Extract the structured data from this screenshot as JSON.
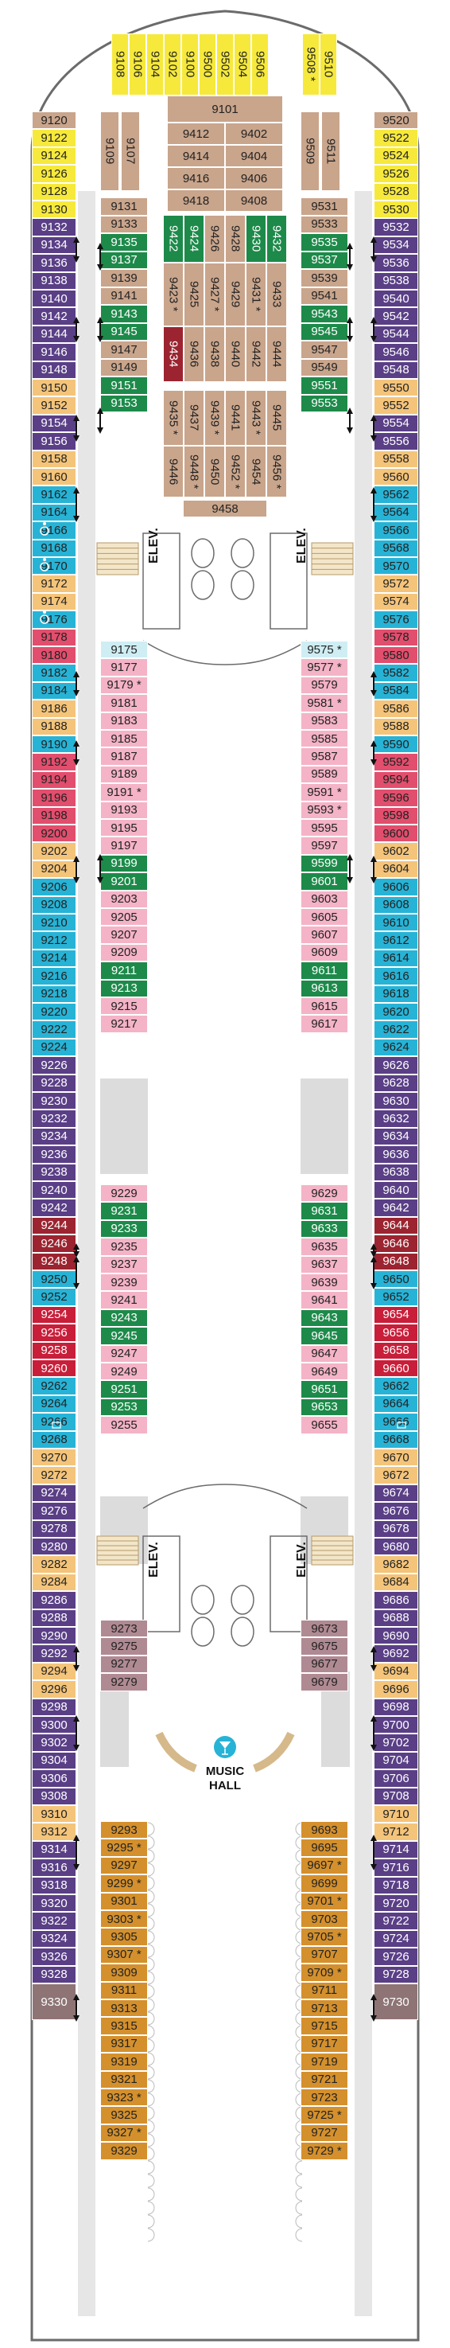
{
  "colors": {
    "outline": "#6b6b6b",
    "hull_fill": "#ffffff",
    "corridor": "#e6e6e6",
    "interior_grey": "#dcdcdc",
    "yellow": "#f6e93c",
    "tan": "#c9a58c",
    "green": "#1d8a4a",
    "purple": "#5a3f86",
    "blue": "#27b3d6",
    "pink": "#e24e6d",
    "light_orange": "#f4c47a",
    "orange": "#d4902d",
    "maroon": "#9b2430",
    "dark_red": "#c81e39",
    "light_blue": "#cfeef4",
    "light_pink": "#f4b3c6",
    "mauve": "#b08a93",
    "dark_mauve": "#8e7475"
  },
  "labels": {
    "elevators": "ELEV.",
    "music_hall_line1": "MUSIC",
    "music_hall_line2": "HALL"
  },
  "icons": {
    "accessible": "wheelchair-icon",
    "music": "martini-glass-icon",
    "connecting": "double-arrow-icon",
    "sofa": "sofa-bed-icon"
  },
  "cabins": {
    "top_left": [
      "9108",
      "9106",
      "9104",
      "9102",
      "9100"
    ],
    "top_mid": [
      "9500",
      "9502",
      "9504",
      "9506"
    ],
    "top_right": [
      "9508",
      "9510"
    ],
    "port_outer": [
      "9120",
      "9122",
      "9124",
      "9126",
      "9128",
      "9130",
      "9132",
      "9134",
      "9136",
      "9138",
      "9140",
      "9142",
      "9144",
      "9146",
      "9148",
      "9150",
      "9152",
      "9154",
      "9156",
      "9158",
      "9160",
      "9162",
      "9164",
      "9166",
      "9168",
      "9170",
      "9172",
      "9174",
      "9176",
      "9178",
      "9180",
      "9182",
      "9184",
      "9186",
      "9188",
      "9190",
      "9192",
      "9194",
      "9196",
      "9198",
      "9200",
      "9202",
      "9204",
      "9206",
      "9208",
      "9210",
      "9212",
      "9214",
      "9216",
      "9218",
      "9220",
      "9222",
      "9224",
      "9226",
      "9228",
      "9230",
      "9232",
      "9234",
      "9236",
      "9238",
      "9240",
      "9242",
      "9244",
      "9246",
      "9248",
      "9250",
      "9252",
      "9254",
      "9256",
      "9258",
      "9260",
      "9262",
      "9264",
      "9266",
      "9268",
      "9270",
      "9272",
      "9274",
      "9276",
      "9278",
      "9280",
      "9282",
      "9284",
      "9286",
      "9288",
      "9290",
      "9292",
      "9294",
      "9296",
      "9298",
      "9300",
      "9302",
      "9304",
      "9306",
      "9308",
      "9310",
      "9312",
      "9314",
      "9316",
      "9318",
      "9320",
      "9322",
      "9324",
      "9326",
      "9328",
      "9330"
    ],
    "stbd_outer": [
      "9520",
      "9522",
      "9524",
      "9526",
      "9528",
      "9530",
      "9532",
      "9534",
      "9536",
      "9538",
      "9540",
      "9542",
      "9544",
      "9546",
      "9548",
      "9550",
      "9552",
      "9554",
      "9556",
      "9558",
      "9560",
      "9562",
      "9564",
      "9566",
      "9568",
      "9570",
      "9572",
      "9574",
      "9576",
      "9578",
      "9580",
      "9582",
      "9584",
      "9586",
      "9588",
      "9590",
      "9592",
      "9594",
      "9596",
      "9598",
      "9600",
      "9602",
      "9604",
      "9606",
      "9608",
      "9610",
      "9612",
      "9614",
      "9616",
      "9618",
      "9620",
      "9622",
      "9624",
      "9626",
      "9628",
      "9630",
      "9632",
      "9634",
      "9636",
      "9638",
      "9640",
      "9642",
      "9644",
      "9646",
      "9648",
      "9650",
      "9652",
      "9654",
      "9656",
      "9658",
      "9660",
      "9662",
      "9664",
      "9666",
      "9668",
      "9670",
      "9672",
      "9674",
      "9676",
      "9678",
      "9680",
      "9682",
      "9684",
      "9686",
      "9688",
      "9690",
      "9692",
      "9694",
      "9696",
      "9698",
      "9700",
      "9702",
      "9704",
      "9706",
      "9708",
      "9710",
      "9712",
      "9714",
      "9716",
      "9718",
      "9720",
      "9722",
      "9724",
      "9726",
      "9728",
      "9730"
    ],
    "port_inner_fwd": [
      "9109",
      "9107",
      "9131",
      "9133",
      "9135",
      "9137",
      "9139",
      "9141",
      "9143",
      "9145",
      "9147",
      "9149",
      "9151",
      "9153"
    ],
    "stbd_inner_fwd": [
      "9509",
      "9511",
      "9531",
      "9533",
      "9535",
      "9537",
      "9539",
      "9541",
      "9543",
      "9545",
      "9547",
      "9549",
      "9551",
      "9553"
    ],
    "center_block": [
      "9101",
      "9412",
      "9402",
      "9414",
      "9404",
      "9416",
      "9406",
      "9418",
      "9408",
      "9422",
      "9424",
      "9426",
      "9428",
      "9430",
      "9432",
      "9423",
      "9425",
      "9427",
      "9429",
      "9431",
      "9433",
      "9434",
      "9436",
      "9438",
      "9440",
      "9442",
      "9444",
      "9435",
      "9437",
      "9439",
      "9441",
      "9443",
      "9445",
      "9446",
      "9448",
      "9450",
      "9452",
      "9454",
      "9456",
      "9458"
    ],
    "port_inner_mid": [
      "9175",
      "9177",
      "9179",
      "9181",
      "9183",
      "9185",
      "9187",
      "9189",
      "9191",
      "9193",
      "9195",
      "9197",
      "9199",
      "9201",
      "9203",
      "9205",
      "9207",
      "9209",
      "9211",
      "9213",
      "9215",
      "9217",
      "9229",
      "9231",
      "9233",
      "9235",
      "9237",
      "9239",
      "9241",
      "9243",
      "9245",
      "9247",
      "9249",
      "9251",
      "9253",
      "9255"
    ],
    "stbd_inner_mid": [
      "9575",
      "9577",
      "9579",
      "9581",
      "9583",
      "9585",
      "9587",
      "9589",
      "9591",
      "9593",
      "9595",
      "9597",
      "9599",
      "9601",
      "9603",
      "9605",
      "9607",
      "9609",
      "9611",
      "9613",
      "9615",
      "9617",
      "9629",
      "9631",
      "9633",
      "9635",
      "9637",
      "9639",
      "9641",
      "9643",
      "9645",
      "9647",
      "9649",
      "9651",
      "9653",
      "9655"
    ],
    "port_inner_aft": [
      "9273",
      "9275",
      "9277",
      "9279",
      "9293",
      "9295",
      "9297",
      "9299",
      "9301",
      "9303",
      "9305",
      "9307",
      "9309",
      "9311",
      "9313",
      "9315",
      "9317",
      "9319",
      "9321",
      "9323",
      "9325",
      "9327",
      "9329"
    ],
    "stbd_inner_aft": [
      "9673",
      "9675",
      "9677",
      "9679",
      "9693",
      "9695",
      "9697",
      "9699",
      "9701",
      "9703",
      "9705",
      "9707",
      "9709",
      "9711",
      "9713",
      "9715",
      "9717",
      "9719",
      "9721",
      "9723",
      "9725",
      "9727",
      "9729"
    ]
  }
}
